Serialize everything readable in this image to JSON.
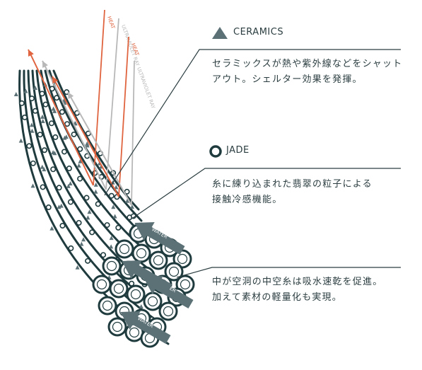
{
  "colors": {
    "fiber": "#1f3b3e",
    "heat": "#e0643f",
    "uv": "#b8b8b8",
    "water": "#5b7176",
    "ceramic": "#5b7176",
    "text": "#2b3d40"
  },
  "rays": [
    {
      "label": "HEAT",
      "kind": "heat"
    },
    {
      "label": "ULTRAVIOLET RAY",
      "kind": "uv"
    },
    {
      "label": "HEAT",
      "kind": "heat"
    },
    {
      "label": "ULTRAVIOLET RAY",
      "kind": "uv"
    }
  ],
  "water_label": "WATER",
  "callouts": {
    "ceramics": {
      "title": "CERAMICS",
      "icon": "triangle-icon",
      "line1": "セラミックスが熱や紫外線などをシャット",
      "line2": "アウト。シェルター効果を発揮。"
    },
    "jade": {
      "title": "JADE",
      "icon": "ring-icon",
      "line1": "糸に練り込まれた翡翠の粒子による",
      "line2": "接触冷感機能。"
    },
    "hollow": {
      "line1": "中が空洞の中空糸は吸水速乾を促進。",
      "line2": "加えて素材の軽量化も実現。"
    }
  }
}
